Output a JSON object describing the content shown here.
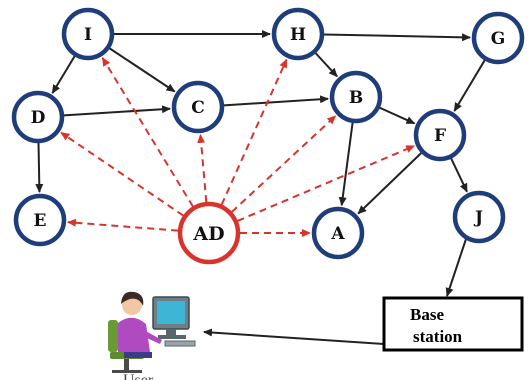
{
  "colors": {
    "node_stroke": "#1f3d7a",
    "attack_stroke": "#d9342b",
    "edge": "#222222",
    "node_fill": "#ffffff"
  },
  "nodes": {
    "I": "I",
    "H": "H",
    "G": "G",
    "D": "D",
    "C": "C",
    "B": "B",
    "F": "F",
    "E": "E",
    "AD": "AD",
    "A": "A",
    "J": "J"
  },
  "base_station": {
    "line1": "Base",
    "line2": "station"
  },
  "user": {
    "label": "User",
    "icon": "user-at-computer-icon"
  },
  "edges": [
    [
      "I",
      "H"
    ],
    [
      "H",
      "G"
    ],
    [
      "I",
      "D"
    ],
    [
      "I",
      "C"
    ],
    [
      "D",
      "C"
    ],
    [
      "C",
      "B"
    ],
    [
      "H",
      "B"
    ],
    [
      "B",
      "F"
    ],
    [
      "G",
      "F"
    ],
    [
      "B",
      "A"
    ],
    [
      "F",
      "A"
    ],
    [
      "F",
      "J"
    ],
    [
      "D",
      "E"
    ]
  ],
  "attack_edges": [
    "I",
    "D",
    "C",
    "H",
    "B",
    "F",
    "E",
    "A"
  ]
}
